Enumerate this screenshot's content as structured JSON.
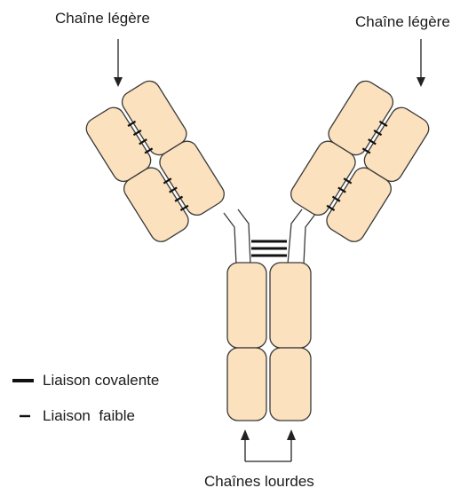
{
  "labels": {
    "light_chain_left": "Chaîne légère",
    "light_chain_right": "Chaîne légère",
    "heavy_chains": "Chaînes lourdes"
  },
  "legend": {
    "covalent": "Liaison covalente",
    "weak": "Liaison  faible"
  },
  "colors": {
    "domain_fill": "#fbe1bd",
    "outline": "#3a3a3a",
    "bond": "#111111"
  }
}
